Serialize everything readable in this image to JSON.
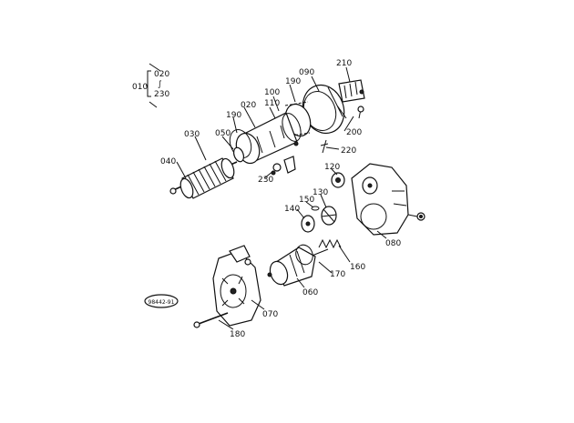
{
  "diagram": {
    "range_prefix": "010",
    "range_start": "020",
    "range_sep": "∫",
    "range_end": "230",
    "stamp": "98442-91",
    "labels": [
      "210",
      "090",
      "100",
      "110",
      "190",
      "020",
      "190",
      "030",
      "050",
      "200",
      "220",
      "040",
      "230",
      "120",
      "130",
      "150",
      "140",
      "080",
      "160",
      "170",
      "060",
      "070",
      "180"
    ]
  }
}
